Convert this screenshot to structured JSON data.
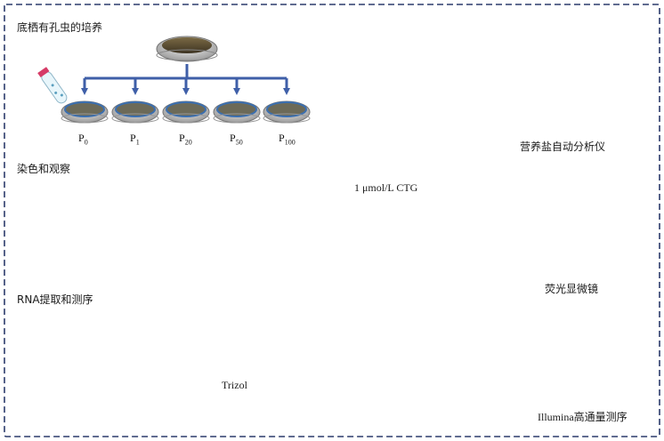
{
  "sections": {
    "culture": "底栖有孔虫的培养",
    "staining": "染色和观察",
    "rna": "RNA提取和测序"
  },
  "passages": [
    {
      "base": "P",
      "sub": "0"
    },
    {
      "base": "P",
      "sub": "1"
    },
    {
      "base": "P",
      "sub": "20"
    },
    {
      "base": "P",
      "sub": "50"
    },
    {
      "base": "P",
      "sub": "100"
    }
  ],
  "instruments": {
    "nutrient_analyzer": "营养盐自动分析仪",
    "fluorescence_microscope": "荧光显微镜",
    "sequencer": "Illumina高通量测序"
  },
  "reagents": {
    "ctg": "1 μmol/L CTG",
    "trizol": "Trizol"
  },
  "colors": {
    "arrow": "#3f5fa8",
    "frame": "#2b3a6b",
    "tube_blue": "#aee3f0",
    "tube_green": "#b9e3a5",
    "tube_pink": "#e9a9d4",
    "dna_strand": "#3aa0b8"
  }
}
